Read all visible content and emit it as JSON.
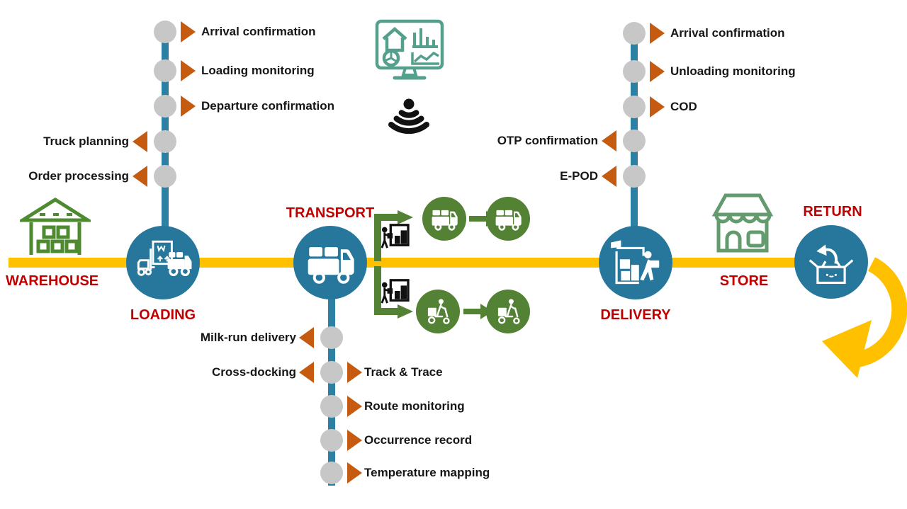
{
  "diagram_title": "Logistics process flow",
  "colors": {
    "stage_circle_blue": "#27779C",
    "connector_teal": "#2C80A4",
    "timeline_yellow": "#FFC000",
    "marker_orange": "#C55A11",
    "node_gray": "#C7C7C7",
    "stage_label_red": "#C00000",
    "flow_green": "#548235",
    "warehouse_green": "#4E8A2F",
    "store_green": "#639B6E",
    "monitor_teal": "#54A08C",
    "icon_black": "#111111"
  },
  "stages": {
    "warehouse": {
      "label": "WAREHOUSE"
    },
    "loading": {
      "label": "LOADING"
    },
    "transport": {
      "label": "TRANSPORT"
    },
    "delivery": {
      "label": "DELIVERY"
    },
    "store": {
      "label": "STORE"
    },
    "return": {
      "label": "RETURN"
    }
  },
  "branches": {
    "loading": {
      "items": [
        {
          "label": "Arrival confirmation",
          "side": "right"
        },
        {
          "label": "Loading monitoring",
          "side": "right"
        },
        {
          "label": "Departure confirmation",
          "side": "right"
        },
        {
          "label": "Truck planning",
          "side": "left"
        },
        {
          "label": "Order processing",
          "side": "left"
        }
      ]
    },
    "transport": {
      "items": [
        {
          "label": "Milk-run delivery",
          "side": "left"
        },
        {
          "label": "Cross-docking",
          "side": "left"
        },
        {
          "label": "Track & Trace",
          "side": "right"
        },
        {
          "label": "Route monitoring",
          "side": "right"
        },
        {
          "label": "Occurrence record",
          "side": "right"
        },
        {
          "label": "Temperature mapping",
          "side": "right"
        }
      ]
    },
    "delivery": {
      "items": [
        {
          "label": "Arrival confirmation",
          "side": "right"
        },
        {
          "label": "Unloading monitoring",
          "side": "right"
        },
        {
          "label": "COD",
          "side": "right"
        },
        {
          "label": "OTP confirmation",
          "side": "left"
        },
        {
          "label": "E-POD",
          "side": "left"
        }
      ]
    }
  },
  "icons": [
    "warehouse-building-icon",
    "forklift-loading-truck-icon",
    "delivery-truck-icon",
    "monitor-dashboard-icon",
    "signal-broadcast-icon",
    "dock-worker-icon",
    "courier-scooter-icon",
    "delivery-handling-icon",
    "storefront-icon",
    "return-box-icon",
    "return-cycle-arrow-icon",
    "flow-elbow-arrow-icon",
    "flow-arrow-icon"
  ]
}
